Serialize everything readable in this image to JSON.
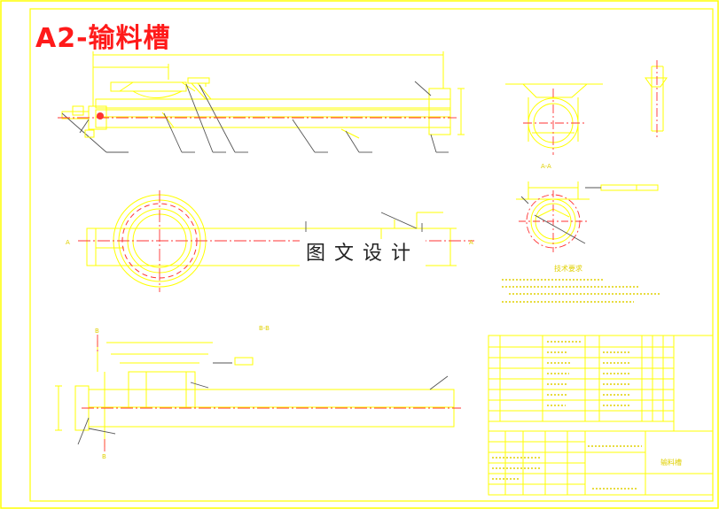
{
  "title": "A2-输料槽",
  "watermark": "图文设计",
  "section_labels": {
    "a_a": "A-A",
    "b_b": "B-B",
    "a_left": "A",
    "a_right": "A",
    "b_top": "B",
    "b_bottom": "B"
  },
  "tech_requirements_title": "技术要求",
  "title_block_name": "输料槽",
  "colors": {
    "line": "#ffff00",
    "center": "#ff3333",
    "leader": "#555555",
    "frame": "#ffff00"
  }
}
